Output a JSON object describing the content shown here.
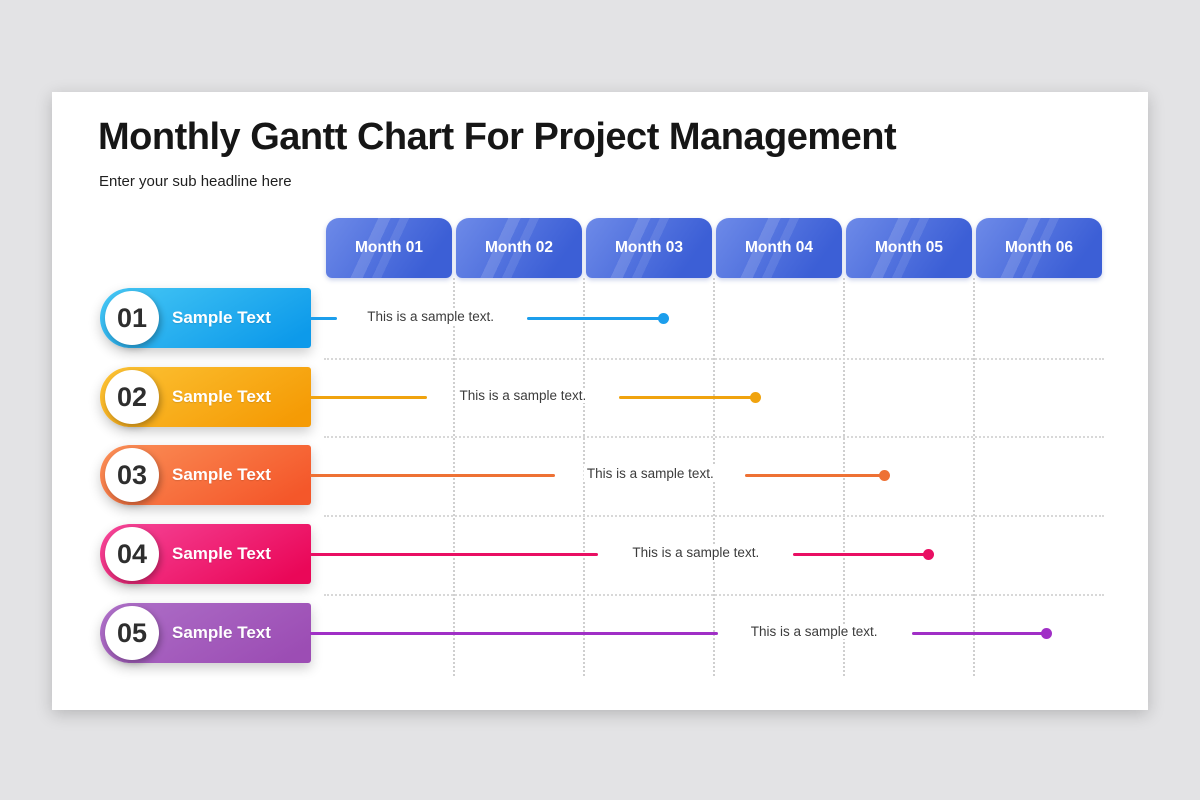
{
  "background_color": "#e3e3e5",
  "slide": {
    "title": "Monthly Gantt Chart For Project Management",
    "subtitle": "Enter your sub headline here"
  },
  "chart_data": {
    "type": "gantt",
    "title": "Monthly Gantt Chart For Project Management",
    "columns": [
      "Month 01",
      "Month 02",
      "Month 03",
      "Month 04",
      "Month 05",
      "Month 06"
    ],
    "column_header_colors": {
      "start": "#6d8ae8",
      "end": "#3c5fd6",
      "text": "#ffffff"
    },
    "grid": {
      "columns": 6,
      "vertical_lines_on": true,
      "horizontal_lines_on": true,
      "line_style": "dotted",
      "line_color": "#d2d2d2"
    },
    "rows": [
      {
        "num": "01",
        "label": "Sample Text",
        "note": "This is a sample text.",
        "color_start": "#47c8f5",
        "color_end": "#0d9aea",
        "line_color": "#1c9eec",
        "leader_end_month": 0.1,
        "note_center_month": 0.82,
        "bar_start_month": 1.56,
        "milestone_month": 2.61
      },
      {
        "num": "02",
        "label": "Sample Text",
        "note": "This is a sample text.",
        "color_start": "#fcc335",
        "color_end": "#f59b05",
        "line_color": "#f0a30e",
        "leader_end_month": 0.79,
        "note_center_month": 1.53,
        "bar_start_month": 2.27,
        "milestone_month": 3.32
      },
      {
        "num": "03",
        "label": "Sample Text",
        "note": "This is a sample text.",
        "color_start": "#fb9058",
        "color_end": "#f4572a",
        "line_color": "#ee7134",
        "leader_end_month": 1.78,
        "note_center_month": 2.51,
        "bar_start_month": 3.24,
        "milestone_month": 4.31
      },
      {
        "num": "04",
        "label": "Sample Text",
        "note": "This is a sample text.",
        "color_start": "#f6479a",
        "color_end": "#ea0758",
        "line_color": "#e90f63",
        "leader_end_month": 2.11,
        "note_center_month": 2.86,
        "bar_start_month": 3.61,
        "milestone_month": 4.65
      },
      {
        "num": "05",
        "label": "Sample Text",
        "note": "This is a sample text.",
        "color_start": "#ae70c8",
        "color_end": "#9c4db4",
        "line_color": "#a02fc6",
        "leader_end_month": 3.03,
        "note_center_month": 3.77,
        "bar_start_month": 4.52,
        "milestone_month": 5.56
      }
    ]
  }
}
